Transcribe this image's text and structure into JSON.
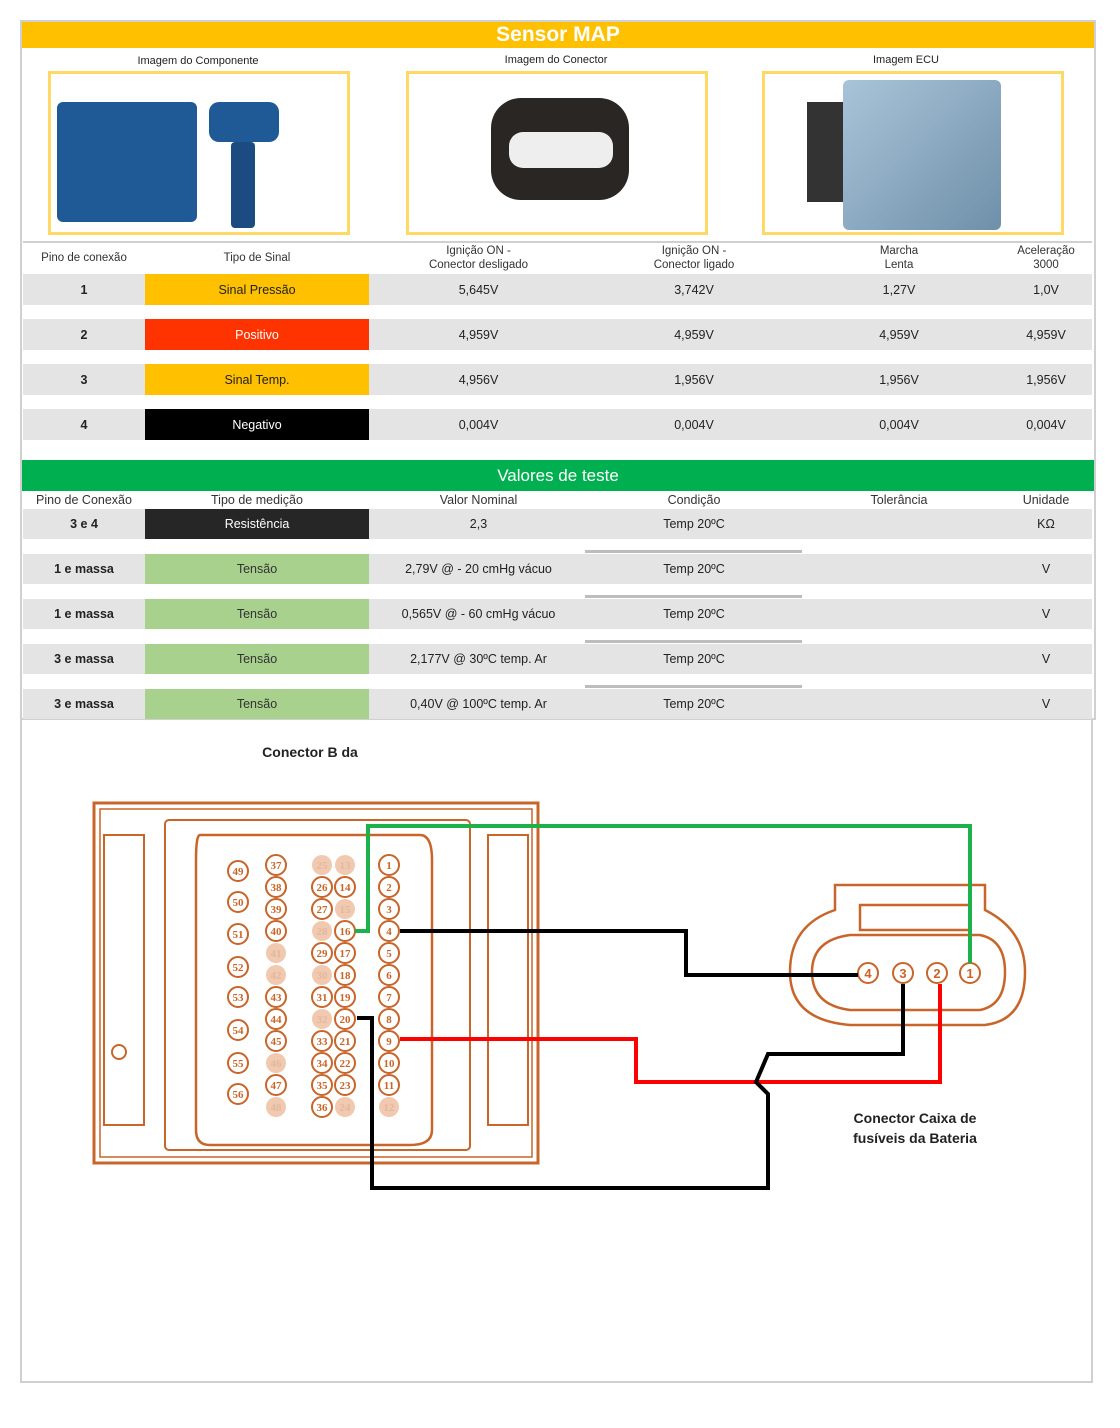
{
  "header": {
    "title": "Sensor MAP"
  },
  "images": {
    "component": "Imagem do Componente",
    "connector": "Imagem do Conector",
    "ecu": "Imagem ECU"
  },
  "pin_table": {
    "headers": [
      "Pino de conexão",
      "Tipo de Sinal",
      "Ignição ON -\nConector desligado",
      "Ignição ON -\nConector ligado",
      "Marcha\nLenta",
      "Aceleração\n3000"
    ],
    "rows": [
      {
        "pin": "1",
        "signal": "Sinal Pressão",
        "color": "#ffc000",
        "text_color": "#222222",
        "v1": "5,645V",
        "v2": "3,742V",
        "v3": "1,27V",
        "v4": "1,0V"
      },
      {
        "pin": "2",
        "signal": "Positivo",
        "color": "#ff3300",
        "text_color": "#ffffff",
        "v1": "4,959V",
        "v2": "4,959V",
        "v3": "4,959V",
        "v4": "4,959V"
      },
      {
        "pin": "3",
        "signal": "Sinal Temp.",
        "color": "#ffc000",
        "text_color": "#222222",
        "v1": "4,956V",
        "v2": "1,956V",
        "v3": "1,956V",
        "v4": "1,956V"
      },
      {
        "pin": "4",
        "signal": "Negativo",
        "color": "#000000",
        "text_color": "#ffffff",
        "v1": "0,004V",
        "v2": "0,004V",
        "v3": "0,004V",
        "v4": "0,004V"
      }
    ]
  },
  "test_table": {
    "title": "Valores de teste",
    "headers": [
      "Pino de Conexão",
      "Tipo de medição",
      "Valor Nominal",
      "Condição",
      "Tolerância",
      "Unidade"
    ],
    "rows": [
      {
        "pin": "3 e 4",
        "type": "Resistência",
        "color": "#262626",
        "text_color": "#ffffff",
        "nominal": "2,3",
        "condition": "Temp 20ºC",
        "tolerance": "",
        "unit": "KΩ"
      },
      {
        "pin": "1 e massa",
        "type": "Tensão",
        "color": "#a9d18e",
        "text_color": "#333333",
        "nominal": "2,79V @ - 20 cmHg vácuo",
        "condition": "Temp 20ºC",
        "tolerance": "",
        "unit": "V"
      },
      {
        "pin": "1 e massa",
        "type": "Tensão",
        "color": "#a9d18e",
        "text_color": "#333333",
        "nominal": "0,565V @ - 60 cmHg vácuo",
        "condition": "Temp 20ºC",
        "tolerance": "",
        "unit": "V"
      },
      {
        "pin": "3 e massa",
        "type": "Tensão",
        "color": "#a9d18e",
        "text_color": "#333333",
        "nominal": "2,177V @ 30ºC temp. Ar",
        "condition": "Temp 20ºC",
        "tolerance": "",
        "unit": "V"
      },
      {
        "pin": "3 e massa",
        "type": "Tensão",
        "color": "#a9d18e",
        "text_color": "#333333",
        "nominal": "0,40V @ 100ºC temp. Ar",
        "condition": "Temp 20ºC",
        "tolerance": "",
        "unit": "V"
      }
    ]
  },
  "diagram": {
    "ecu_label": "Conector B da",
    "fuse_label_1": "Conector Caixa de",
    "fuse_label_2": "fusíveis da Bateria",
    "ecu_pins": {
      "col_a": [
        "49",
        "50",
        "51",
        "52",
        "53",
        "54",
        "55",
        "56"
      ],
      "col_b": [
        "37",
        "38",
        "39",
        "40",
        "41",
        "42",
        "43",
        "44",
        "45",
        "46",
        "47",
        "48"
      ],
      "col_c": [
        "25",
        "26",
        "27",
        "28",
        "29",
        "30",
        "31",
        "32",
        "33",
        "34",
        "35",
        "36"
      ],
      "col_d": [
        "13",
        "14",
        "15",
        "16",
        "17",
        "18",
        "19",
        "20",
        "21",
        "22",
        "23",
        "24"
      ],
      "col_e": [
        "1",
        "2",
        "3",
        "4",
        "5",
        "6",
        "7",
        "8",
        "9",
        "10",
        "11",
        "12"
      ]
    },
    "unused_pins": [
      "25",
      "13",
      "15",
      "28",
      "41",
      "42",
      "30",
      "32",
      "46",
      "48",
      "24",
      "12"
    ],
    "sensor_pins": [
      "4",
      "3",
      "2",
      "1"
    ],
    "wire_colors": {
      "green": "#1db14b",
      "black": "#000000",
      "red": "#ff0000"
    },
    "drawing_color": "#c8652a"
  }
}
